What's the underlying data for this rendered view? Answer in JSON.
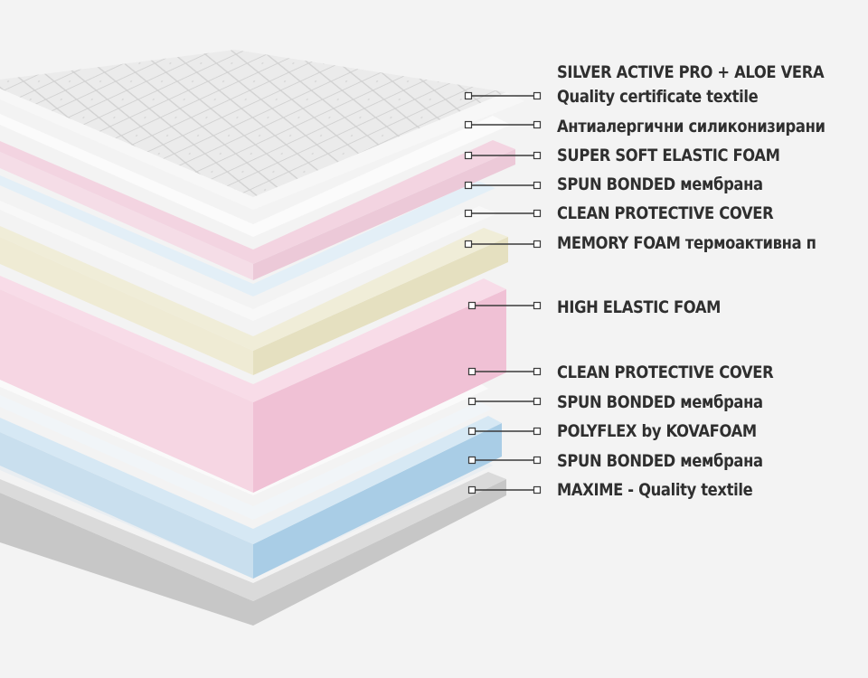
{
  "diagram": {
    "layers": [
      {
        "label": "SILVER ACTIVE PRO + ALOE VERA"
      },
      {
        "label": "Quality certificate textile"
      },
      {
        "label": "Антиалергични силиконизирани"
      },
      {
        "label": "SUPER SOFT ELASTIC FOAM"
      },
      {
        "label": "SPUN BONDED мембрана"
      },
      {
        "label": "CLEAN PROTECTIVE COVER"
      },
      {
        "label": "MEMORY FOAM термоактивна п"
      },
      {
        "label": "HIGH ELASTIC FOAM"
      },
      {
        "label": "CLEAN PROTECTIVE COVER"
      },
      {
        "label": "SPUN BONDED мембрана"
      },
      {
        "label": "POLYFLEX by KOVAFOAM"
      },
      {
        "label": "SPUN BONDED мембрана"
      },
      {
        "label": "MAXIME - Quality textile"
      }
    ],
    "colors": {
      "background": "#f3f3f3",
      "quilt_top": "#e6e6e6",
      "quilt_side": "#fbfbfb",
      "pink": "#f2d3df",
      "light_blue": "#dcecf5",
      "white_layer": "#f6f6f6",
      "memory_foam": "#ece8cf",
      "high_elastic": "#f4cbdc",
      "polyflex": "#b3d3e8",
      "base_grey": "#c9c9c9",
      "leader_line": "#3a3a3a"
    }
  }
}
